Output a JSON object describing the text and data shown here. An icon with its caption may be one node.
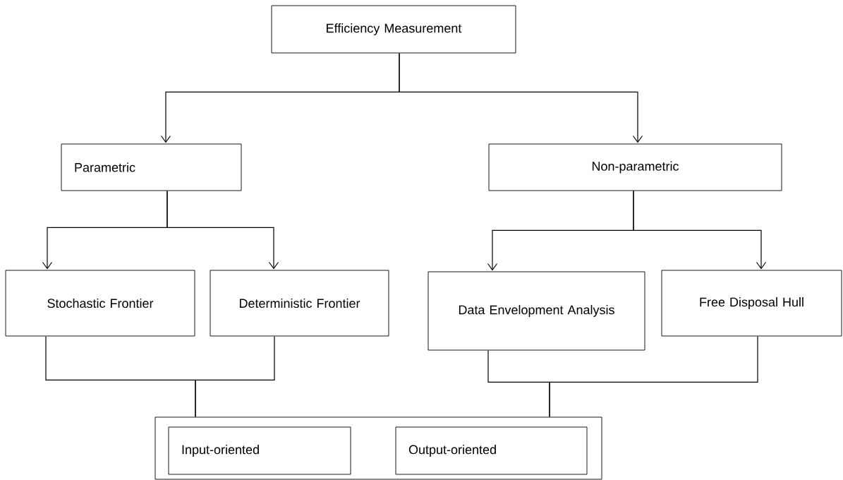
{
  "diagram": {
    "nodes": [
      {
        "text": [
          "Efficiency Measurement"
        ]
      },
      {
        "text": [
          "Parametric"
        ]
      },
      {
        "text": [
          "Non-parametric"
        ]
      },
      {
        "text": [
          "Stochastic Frontier"
        ]
      },
      {
        "text": [
          "Deterministic Frontier"
        ]
      },
      {
        "text": [
          "Data Envelopment Analysis"
        ]
      },
      {
        "text": [
          "Free Disposal Hull"
        ]
      },
      {
        "text": [],
        "shape": "box"
      },
      {
        "text": [
          "Input-oriented"
        ],
        "in": 7
      },
      {
        "text": [
          "Output-oriented"
        ],
        "in": 7
      }
    ],
    "edges": [
      {
        "from": 0,
        "to": 1,
        "arrow": "to"
      },
      {
        "from": 0,
        "to": 2,
        "arrow": "to"
      },
      {
        "from": 1,
        "to": 3,
        "arrow": "to"
      },
      {
        "from": 1,
        "to": 4,
        "arrow": "to"
      },
      {
        "from": 2,
        "to": 5,
        "arrow": "to"
      },
      {
        "from": 2,
        "to": 6,
        "arrow": "to"
      },
      {
        "from": 3,
        "to": 7,
        "arrow": "none"
      },
      {
        "from": 4,
        "to": 7,
        "arrow": "none"
      },
      {
        "from": 5,
        "to": 7,
        "arrow": "none"
      },
      {
        "from": 6,
        "to": 7,
        "arrow": "none"
      }
    ]
  }
}
